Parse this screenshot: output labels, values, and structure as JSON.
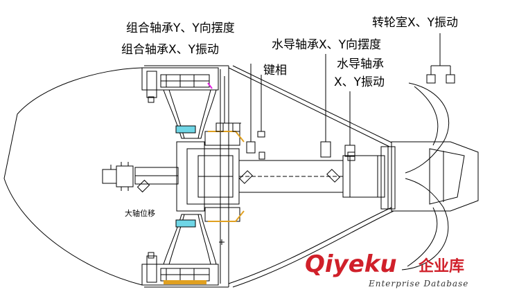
{
  "labels": {
    "combined_bearing_y_swing": "组合轴承Y、Y向摆度",
    "combined_bearing_xy_vibration": "组合轴承X、Y振动",
    "keyphasor": "键相",
    "water_guide_bearing_xy_swing": "水导轴承X、Y向摆度",
    "water_guide_bearing_line1": "水导轴承",
    "water_guide_bearing_line2": "X、Y振动",
    "runner_chamber_xy_vibration": "转轮室X、Y振动",
    "main_shaft_displacement": "大轴位移"
  },
  "watermark": {
    "brand": "Qiyeku",
    "brand_cn": "企业库",
    "subtitle": "Enterprise Database"
  },
  "colors": {
    "line": "#000000",
    "water": "#6fd6e6",
    "highlight": "#e0a020",
    "magenta": "#e020e0",
    "watermark": "#d0202a"
  }
}
